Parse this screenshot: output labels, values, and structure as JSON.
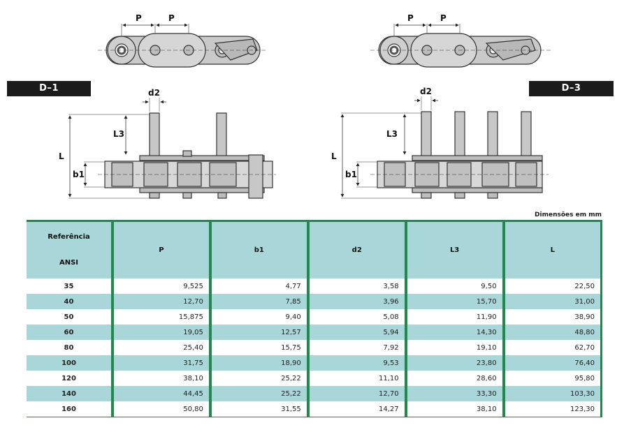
{
  "diagram": {
    "labels": {
      "pitch": "P",
      "tag_d1": "D–1",
      "tag_d3": "D–3",
      "d2": "d2",
      "l3": "L3",
      "l": "L",
      "b1": "b1"
    }
  },
  "table": {
    "units_note": "Dimensões em mm",
    "header_ref_top": "Referência",
    "header_ref_bottom": "ANSI",
    "columns": [
      "P",
      "b1",
      "d2",
      "L3",
      "L"
    ],
    "rows": [
      {
        "ref": "35",
        "values": [
          "9,525",
          "4,77",
          "3,58",
          "9,50",
          "22,50"
        ]
      },
      {
        "ref": "40",
        "values": [
          "12,70",
          "7,85",
          "3,96",
          "15,70",
          "31,00"
        ]
      },
      {
        "ref": "50",
        "values": [
          "15,875",
          "9,40",
          "5,08",
          "11,90",
          "38,90"
        ]
      },
      {
        "ref": "60",
        "values": [
          "19,05",
          "12,57",
          "5,94",
          "14,30",
          "48,80"
        ]
      },
      {
        "ref": "80",
        "values": [
          "25,40",
          "15,75",
          "7,92",
          "19,10",
          "62,70"
        ]
      },
      {
        "ref": "100",
        "values": [
          "31,75",
          "18,90",
          "9,53",
          "23,80",
          "76,40"
        ]
      },
      {
        "ref": "120",
        "values": [
          "38,10",
          "25,22",
          "11,10",
          "28,60",
          "95,80"
        ]
      },
      {
        "ref": "140",
        "values": [
          "44,45",
          "25,22",
          "12,70",
          "33,30",
          "103,30"
        ]
      },
      {
        "ref": "160",
        "values": [
          "50,80",
          "31,55",
          "14,27",
          "38,10",
          "123,30"
        ]
      }
    ]
  }
}
